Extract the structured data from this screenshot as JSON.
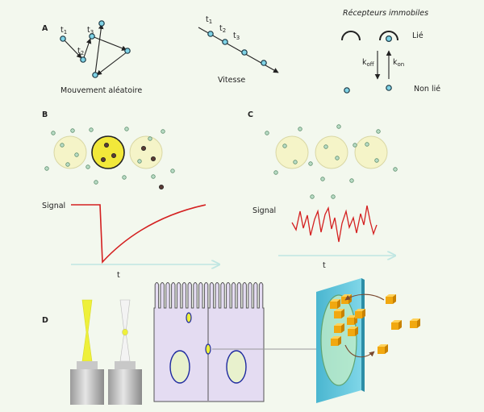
{
  "labels": {
    "panel_a": "A",
    "panel_b": "B",
    "panel_c": "C",
    "panel_d": "D",
    "random_motion": "Mouvement aléatoire",
    "speed": "Vitesse",
    "immobile_receptors": "Récepteurs immobiles",
    "bound": "Lié",
    "unbound": "Non lié",
    "k": "k",
    "k_off_sub": "off",
    "k_on_sub": "on",
    "t": "t",
    "sub_1": "1",
    "sub_2": "2",
    "sub_3": "3",
    "signal_b": "Signal",
    "signal_c": "Signal",
    "time_b": "t",
    "time_c": "t"
  },
  "colors": {
    "molecule": "#7fd3e6",
    "free_molecule": "#b9dcc6",
    "volume": "#f5f4c8",
    "volume_active": "#f2e83a",
    "signal_trace": "#d42020",
    "time_axis": "#bfe6e2",
    "cell": "#e4dcf2",
    "nucleus_fill": "#e8f1cd",
    "nucleus_stroke": "#1e2aa0",
    "laser": "#eef03a",
    "slide": "#5cc8de",
    "cube": "#f1a810"
  },
  "icons": {
    "objective_left": "microscope-objective-icon",
    "objective_right": "microscope-objective-icon",
    "receptor": "receptor-arc-icon",
    "cube": "molecule-cube-icon"
  }
}
